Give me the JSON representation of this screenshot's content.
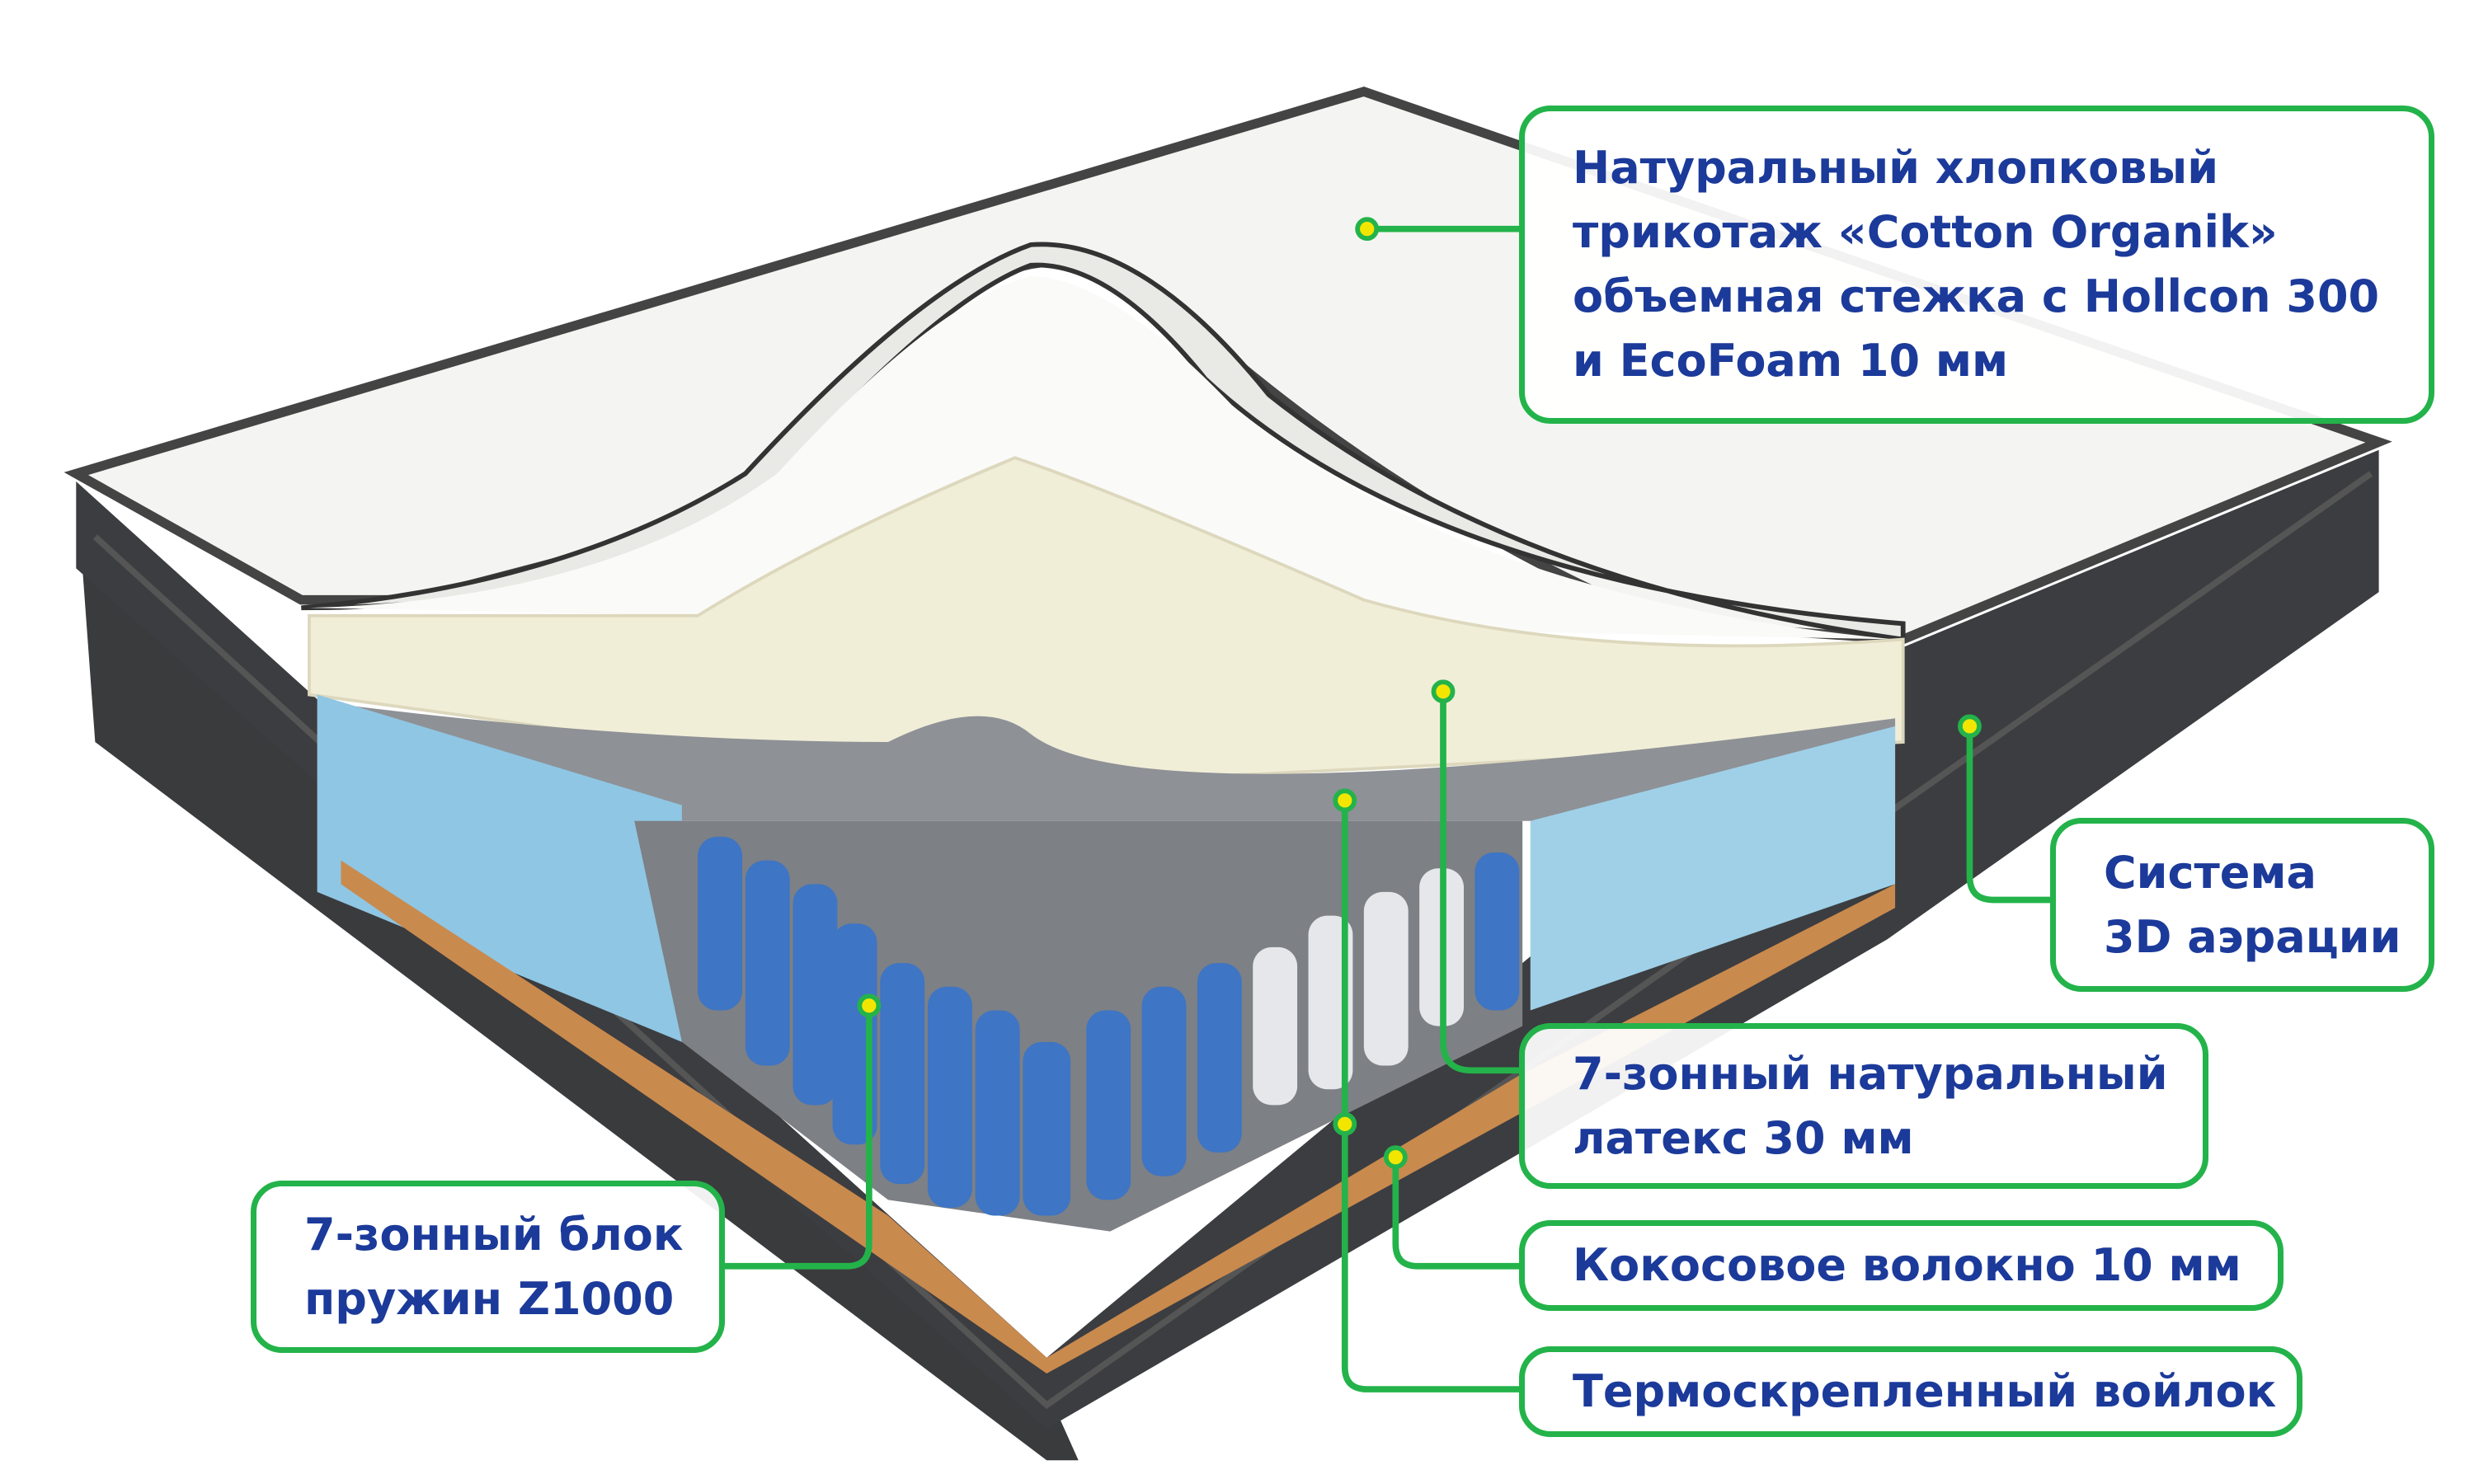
{
  "callouts": {
    "cover": {
      "lines": [
        "Натуральный хлопковый",
        "трикотаж «Cotton Organik»",
        "объемная стежка с Hollcon 300",
        "и EcoFoam 10 мм"
      ]
    },
    "aeration": {
      "lines": [
        "Система",
        "3D аэрации"
      ]
    },
    "latex": {
      "lines": [
        "7-зонный натуральный",
        "латекс 30 мм"
      ]
    },
    "coconut": {
      "lines": [
        "Кокосовое волокно 10 мм"
      ]
    },
    "felt": {
      "lines": [
        "Термоскрепленный войлок"
      ]
    },
    "springs": {
      "lines": [
        "7-зонный блок",
        "пружин Z1000"
      ]
    }
  },
  "colors": {
    "accent_green": "#23b34a",
    "text_blue": "#1b3a9a",
    "dot_yellow": "#f2e600"
  }
}
